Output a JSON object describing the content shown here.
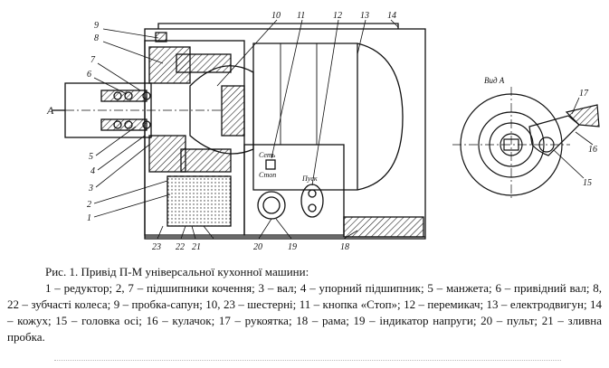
{
  "figure": {
    "labels": {
      "n1": "1",
      "n2": "2",
      "n3": "3",
      "n4": "4",
      "n5": "5",
      "n6": "6",
      "n7": "7",
      "n8": "8",
      "n9": "9",
      "n10": "10",
      "n11": "11",
      "n12": "12",
      "n13": "13",
      "n14": "14",
      "n15": "15",
      "n16": "16",
      "n17": "17",
      "n18": "18",
      "n19": "19",
      "n20": "20",
      "n21": "21",
      "n22": "22",
      "n23": "23",
      "section_mark": "A",
      "net_label": "Сеть",
      "stop_label": "Стоп",
      "start_label": "Пуск",
      "view_label": "Вид А"
    }
  },
  "caption": {
    "title": "Рис. 1. Привід П-М універсальної кухонної машини:",
    "body": "1 – редуктор; 2, 7 – підшипники кочення; 3 – вал; 4 – упорний підшипник; 5 – манжета; 6 – привідний вал; 8, 22 – зубчасті колеса; 9 – пробка-сапун; 10, 23 – шестерні; 11 – кнопка «Стоп»; 12 – перемикач; 13 – електродвигун; 14 – кожух; 15 – головка осі; 16 – кулачок; 17 – рукоятка; 18 – рама; 19 – індикатор напруги; 20 – пульт; 21 – зливна пробка."
  }
}
